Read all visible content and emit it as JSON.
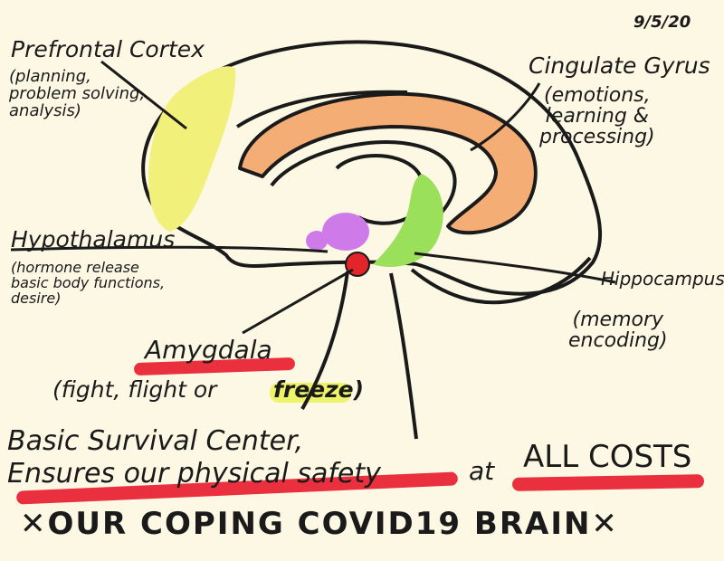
{
  "date": "9/5/20",
  "regions": {
    "prefrontal": {
      "label": "Prefrontal Cortex",
      "note": "(planning,\nproblem solving,\nanalysis)",
      "color": "#f1f07a"
    },
    "cingulate": {
      "label": "Cingulate Gyrus",
      "note": "(emotions,\nlearning &\nprocessing)",
      "color": "#f4b07a"
    },
    "hypothalamus": {
      "label": "Hypothalamus",
      "note": "(hormone release\nbasic body functions,\ndesire)",
      "color": "#cf7ae9"
    },
    "hippocampus": {
      "label": "Hippocampus",
      "note": "(memory\nencoding)",
      "color": "#9be05a"
    },
    "amygdala": {
      "label": "Amygdala",
      "note": "(fight, flight or",
      "note_highlight": "freeze)",
      "color": "#e3242b"
    }
  },
  "survival": {
    "line1": "Basic Survival Center,",
    "line2": "Ensures our physical safety",
    "at": "at",
    "all_costs": "ALL COSTS"
  },
  "title": "✕OUR COPING COVID19 BRAIN✕"
}
